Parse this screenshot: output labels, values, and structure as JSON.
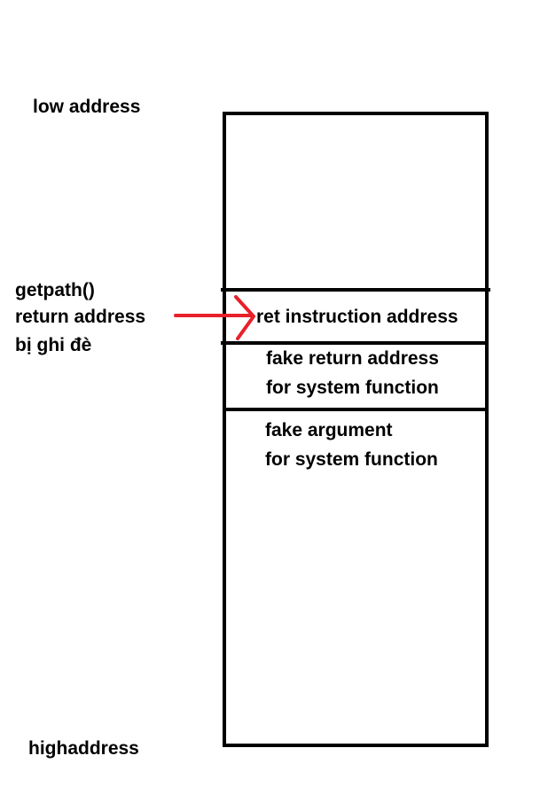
{
  "labels": {
    "low_address": "low address",
    "high_address": "highaddress",
    "overwritten_note": {
      "line1": "getpath()",
      "line2": "return address",
      "line3": "bị ghi đè"
    }
  },
  "stack": {
    "slots": [
      {
        "line1": "ret instruction address"
      },
      {
        "line1": "fake return address",
        "line2": "for system function"
      },
      {
        "line1": "fake argument",
        "line2": "for system function"
      }
    ]
  },
  "colors": {
    "line": "#000000",
    "arrow": "#e8202a",
    "background": "#ffffff"
  },
  "icons": {
    "pointer": "right-arrow-icon"
  }
}
